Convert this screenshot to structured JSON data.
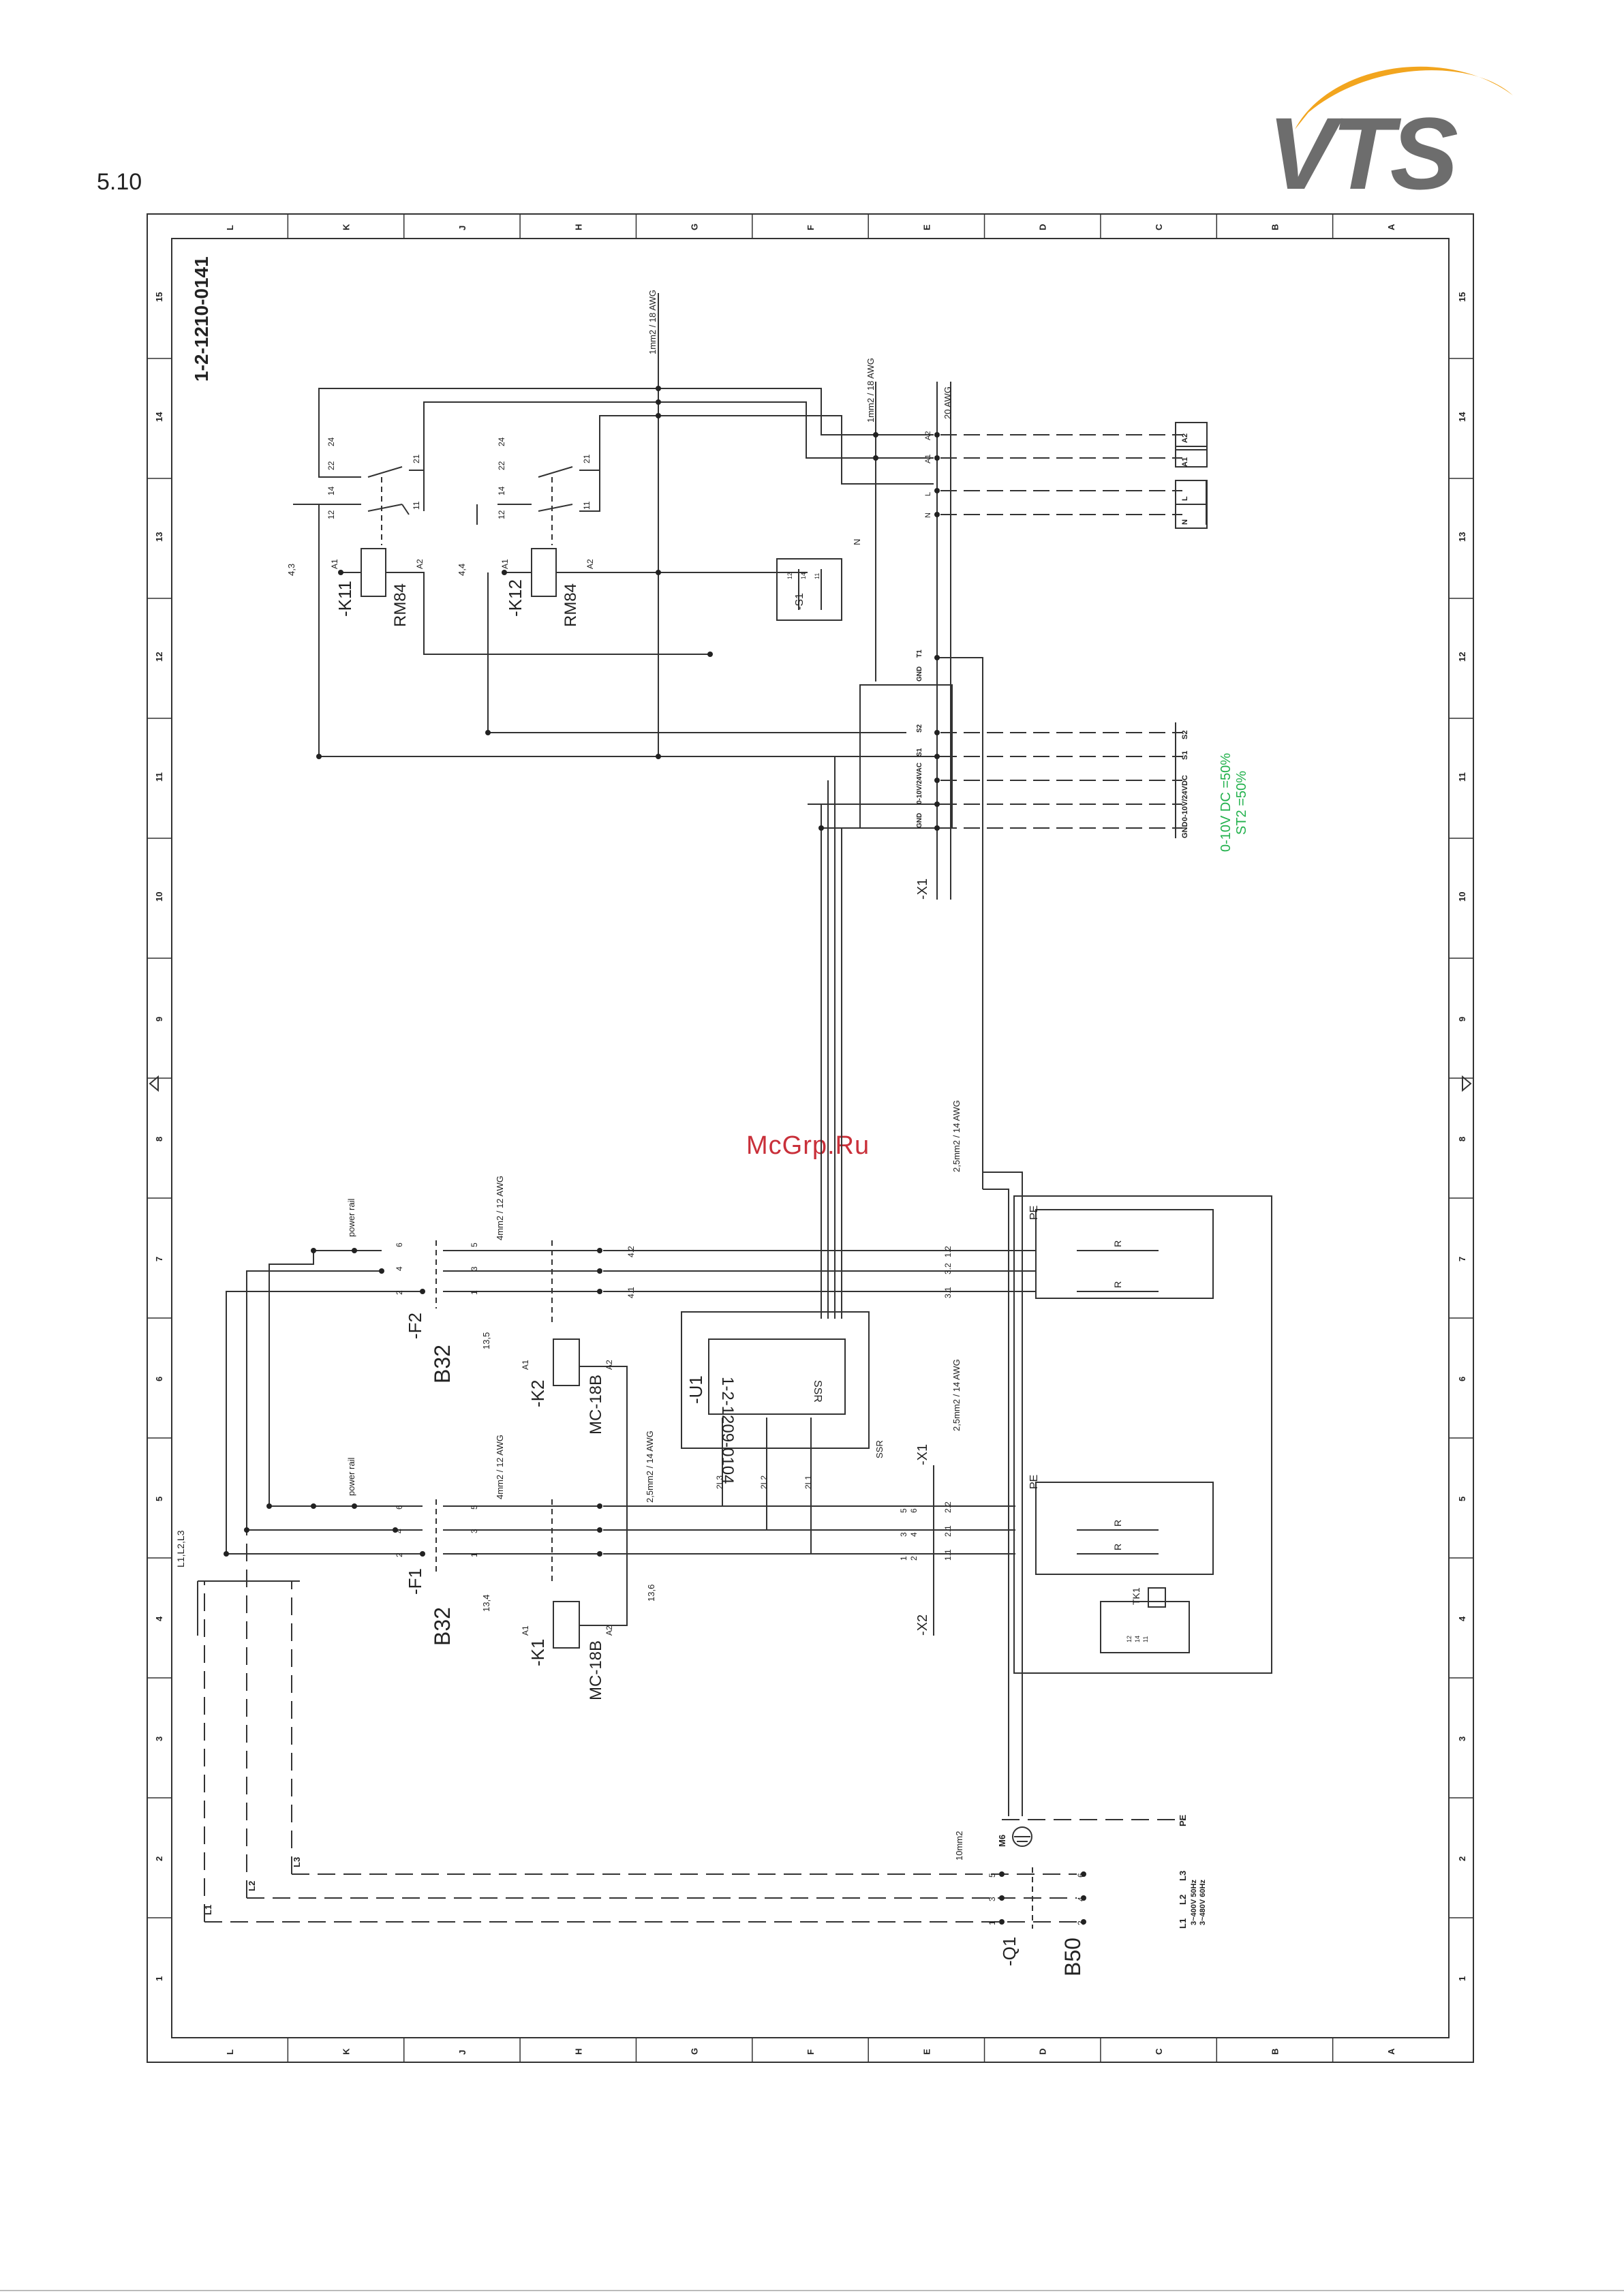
{
  "header": {
    "section": "5.10",
    "logo_text": "VTS",
    "brand_colors": {
      "logo_gray": "#6d6d6d",
      "logo_arc": "#f2a51e",
      "watermark": "#c9303a",
      "note_green": "#22b14c"
    }
  },
  "watermark": "McGrp.Ru",
  "drawing": {
    "number": "1-2-1210-0141",
    "row_letters": [
      "L",
      "K",
      "J",
      "H",
      "G",
      "F",
      "E",
      "D",
      "C",
      "B",
      "A"
    ],
    "column_numbers": [
      "1",
      "2",
      "3",
      "4",
      "5",
      "6",
      "7",
      "8",
      "9",
      "10",
      "11",
      "12",
      "13",
      "14",
      "15"
    ],
    "cable_1mm2_18awg": "1mm2 / 18 AWG",
    "cable_20awg": "20 AWG",
    "cable_4mm2_12awg": "4mm2 / 12 AWG",
    "cable_2_5mm2_14awg": "2,5mm2 / 14 AWG",
    "cable_10mm2": "10mm2",
    "power_rail": "power rail",
    "bus": "L1,L2,L3",
    "terminal_x1": "-X1",
    "terminal_x2": "-X2",
    "x1_terminals": [
      "GND",
      "0-10V/24VAC",
      "S1",
      "S2",
      "GND",
      "T1"
    ],
    "x1_extra": [
      "N",
      "L",
      "A1",
      "A2"
    ],
    "right_terminals": [
      "A2",
      "A1",
      "L",
      "N",
      "S2",
      "S1",
      "0-10V/24VDC",
      "GND"
    ],
    "note_line1": "0-10V DC =50%",
    "note_line2": "ST2 =50%",
    "relays": [
      {
        "name": "-K11",
        "type": "RM84",
        "contacts": [
          "12",
          "14",
          "22",
          "24",
          "11",
          "21"
        ],
        "coil": [
          "A1",
          "A2"
        ],
        "ref": "4,3"
      },
      {
        "name": "-K12",
        "type": "RM84",
        "contacts": [
          "12",
          "14",
          "22",
          "24",
          "11",
          "21"
        ],
        "coil": [
          "A1",
          "A2"
        ],
        "ref": "4,4"
      }
    ],
    "switch_s1": {
      "name": "-S1",
      "contacts": [
        "12",
        "14",
        "11"
      ]
    },
    "contactors": [
      {
        "name": "-K1",
        "type": "MC-18B",
        "coil": [
          "A1",
          "A2"
        ],
        "refs": [
          "13,4",
          "13,6"
        ]
      },
      {
        "name": "-K2",
        "type": "MC-18B",
        "coil": [
          "A1",
          "A2"
        ],
        "ref": "13,5"
      }
    ],
    "breakers": [
      {
        "name": "-F1",
        "rating": "B32",
        "terminals": [
          "1",
          "2",
          "3",
          "4",
          "5",
          "6"
        ]
      },
      {
        "name": "-F2",
        "rating": "B32",
        "terminals": [
          "1",
          "2",
          "3",
          "4",
          "5",
          "6"
        ]
      }
    ],
    "ssr": {
      "name": "-U1",
      "part": "1-2-1209-0104",
      "label": "SSR",
      "sub": "SSR",
      "outputs": [
        "2L3",
        "2L2",
        "2L1"
      ]
    },
    "heater_labels": [
      "R",
      "R",
      "R",
      "R"
    ],
    "heater_pe": "PE",
    "thermal": {
      "name": "TK1",
      "contacts": [
        "12",
        "14",
        "11"
      ]
    },
    "x2_terms": [
      "1",
      "2",
      "3",
      "4",
      "5",
      "6"
    ],
    "phase_labels": [
      "2.1",
      "2.2",
      "1.1",
      "1.2",
      "3.1",
      "3.2",
      "4.1",
      "4.2"
    ],
    "main_switch": {
      "name": "-Q1",
      "rating": "B50",
      "terminals": [
        "1",
        "2",
        "3",
        "4",
        "5",
        "6"
      ]
    },
    "pe_terminal": "PE",
    "ground_marker": "M6",
    "supply_lines": [
      "L1",
      "L2",
      "L3"
    ],
    "supply_text": "3~400V 50Hz",
    "supply_text2": "3~480V 60Hz"
  }
}
